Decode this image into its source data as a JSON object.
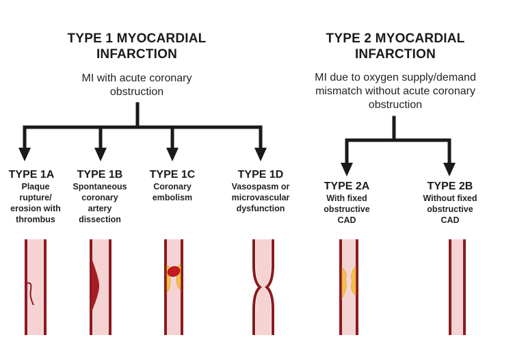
{
  "type1": {
    "title": "TYPE 1 MYOCARDIAL\nINFARCTION",
    "description": "MI with acute coronary\nobstruction",
    "subtypes": [
      {
        "label": "TYPE 1A",
        "description": "Plaque\nrupture/\nerosion with\nthrombus"
      },
      {
        "label": "TYPE 1B",
        "description": "Spontaneous\ncoronary\nartery\ndissection"
      },
      {
        "label": "TYPE 1C",
        "description": "Coronary\nembolism"
      },
      {
        "label": "TYPE 1D",
        "description": "Vasospasm or\nmicrovascular\ndysfunction"
      }
    ]
  },
  "type2": {
    "title": "TYPE 2 MYOCARDIAL\nINFARCTION",
    "description": "MI due to oxygen supply/demand\nmismatch without acute coronary\nobstruction",
    "subtypes": [
      {
        "label": "TYPE 2A",
        "description": "With fixed\nobstructive\nCAD"
      },
      {
        "label": "TYPE 2B",
        "description": "Without fixed\nobstructive\nCAD"
      }
    ]
  },
  "colors": {
    "vessel_wall": "#8b1a1f",
    "vessel_lumen": "#f6d3d3",
    "plaque": "#f3c24a",
    "clot": "#c8191e",
    "arrow": "#1a1a1a"
  }
}
